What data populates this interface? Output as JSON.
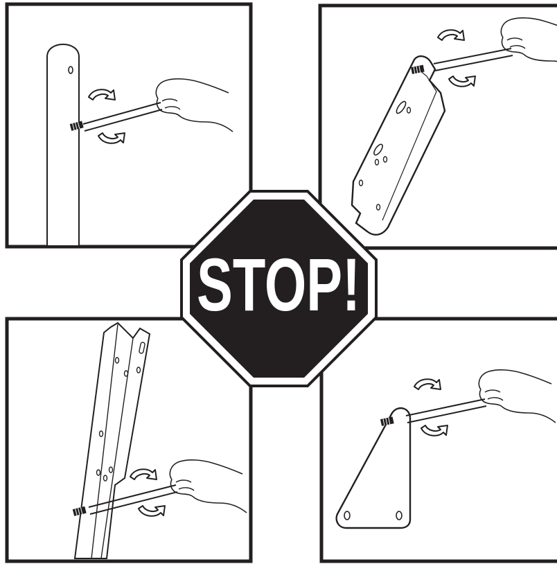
{
  "sign": {
    "text": "STOP!",
    "fill_color": "#231f20",
    "text_color": "#ffffff"
  },
  "panels": [
    {
      "id": "top-left",
      "depicts": "rod-threading-into-post"
    },
    {
      "id": "top-right",
      "depicts": "rod-threading-into-mounting-plate"
    },
    {
      "id": "bottom-left",
      "depicts": "rod-threading-into-angle-bracket"
    },
    {
      "id": "bottom-right",
      "depicts": "rod-threading-into-triangular-plate"
    }
  ],
  "icons": [
    "rotate-arrow-icon",
    "hand-icon",
    "threaded-rod-icon"
  ],
  "colors": {
    "line": "#231f20",
    "background": "#ffffff"
  }
}
